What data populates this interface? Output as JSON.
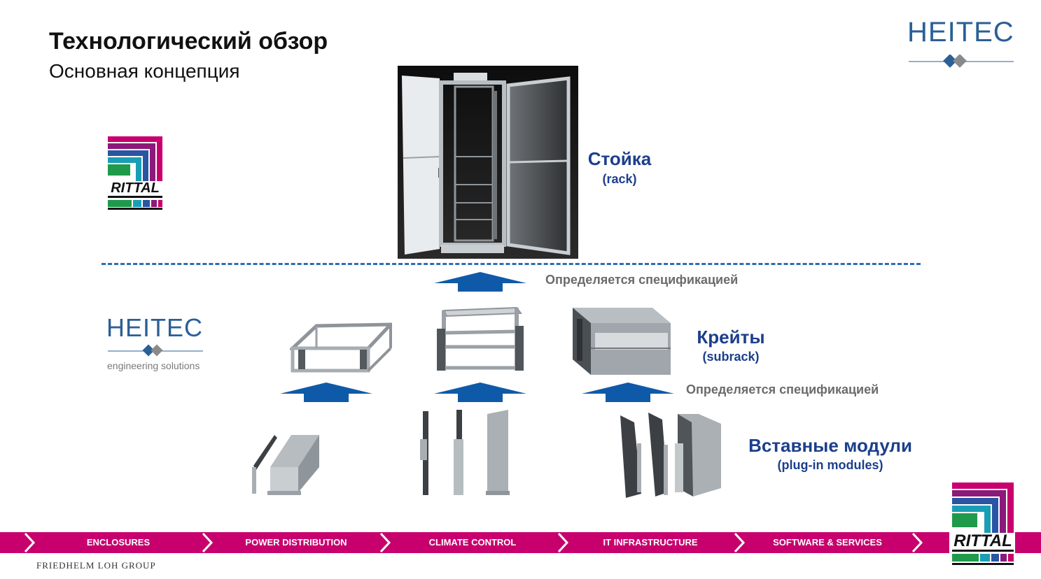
{
  "header": {
    "title": "Технологический обзор",
    "subtitle": "Основная концепция"
  },
  "logos": {
    "heitec_top": "HEITEC",
    "heitec_mid": "HEITEC",
    "heitec_tagline": "engineering solutions",
    "rittal_left": "RITTAL",
    "rittal_right": "RITTAL"
  },
  "levels": {
    "rack": {
      "title": "Стойка",
      "sub": "(rack)"
    },
    "subrack": {
      "title": "Крейты",
      "sub": "(subrack)"
    },
    "modules": {
      "title": "Вставные модули",
      "sub": "(plug-in modules)"
    }
  },
  "spec_labels": {
    "top": "Определяется  спецификацией",
    "bottom": "Определяется  спецификацией"
  },
  "footer": {
    "segments": [
      "ENCLOSURES",
      "POWER DISTRIBUTION",
      "CLIMATE CONTROL",
      "IT INFRASTRUCTURE",
      "SOFTWARE & SERVICES"
    ],
    "group_name": "FRIEDHELM LOH GROUP"
  },
  "colors": {
    "accent_blue": "#1c3f8c",
    "arrow_blue": "#0f5aa8",
    "brand_magenta": "#c8006e",
    "heitec_blue": "#2b5f96"
  }
}
